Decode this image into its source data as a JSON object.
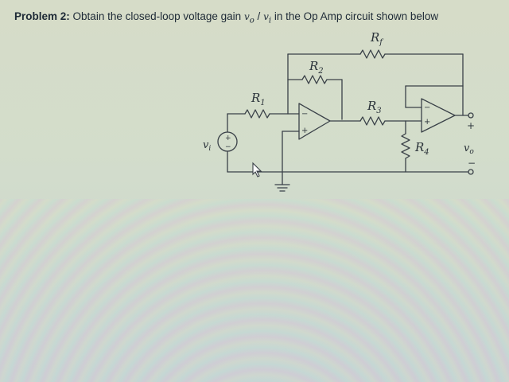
{
  "problem": {
    "label": "Problem 2:",
    "text_before": "Obtain the closed-loop voltage gain",
    "vo": "v",
    "vo_sub": "o",
    "slash": "/",
    "vi": "v",
    "vi_sub": "i",
    "text_after": "in the Op Amp circuit shown below"
  },
  "circuit": {
    "rf": "R",
    "rf_sub": "f",
    "r1": "R",
    "r1_sub": "1",
    "r2": "R",
    "r2_sub": "2",
    "r3": "R",
    "r3_sub": "3",
    "r4": "R",
    "r4_sub": "4",
    "vi": "v",
    "vi_sub": "i",
    "vo": "v",
    "vo_sub": "o",
    "source_plus": "+",
    "source_minus": "−",
    "opamp1_minus": "−",
    "opamp1_plus": "+",
    "opamp2_minus": "−",
    "opamp2_plus": "+",
    "out_plus": "+",
    "out_minus": "−"
  },
  "colors": {
    "wire": "#3a4148",
    "text": "#1e2a36"
  },
  "icons": [
    "cursor-arrow-icon",
    "ground-icon"
  ]
}
